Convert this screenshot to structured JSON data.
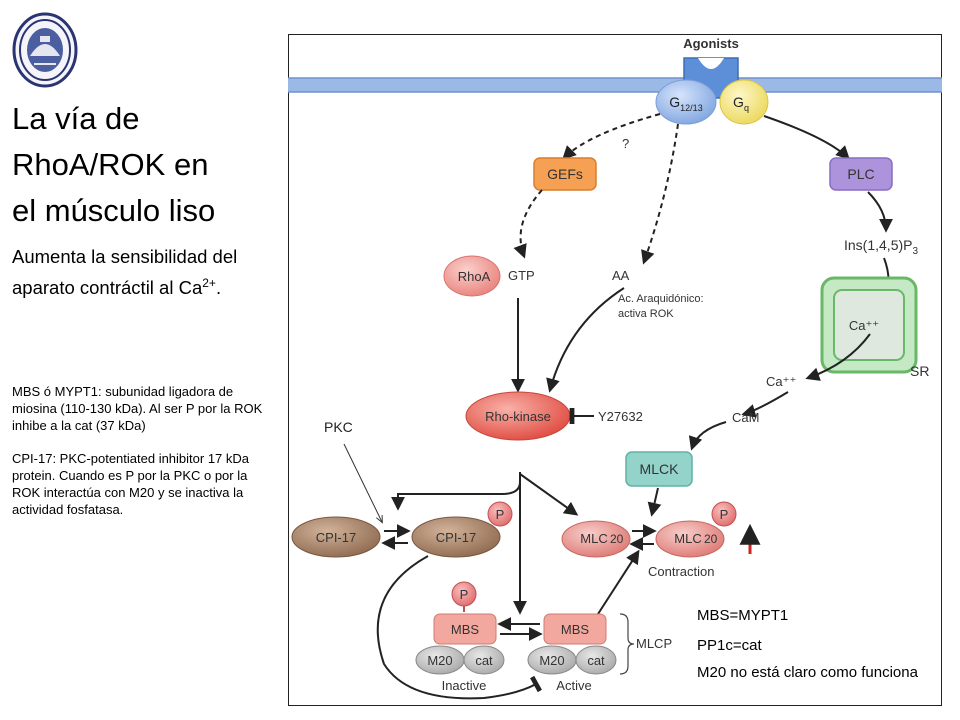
{
  "left_panel": {
    "title_lines": [
      "La vía de",
      "RhoA/ROK en",
      "el músculo liso"
    ],
    "subtitle": "Aumenta la sensibilidad del aparato contráctil al Ca",
    "subtitle_sup": "2+",
    "subtitle_end": ".",
    "note_mbs": "MBS ó MYPT1: subunidad ligadora de miosina (110-130 kDa). Al ser P por la ROK inhibe a la cat (37 kDa)",
    "note_cpi": "CPI-17: PKC-potentiated inhibitor 17 kDa protein. Cuando es P por la PKC o por la ROK interactúa con M20  y se inactiva la actividad fosfatasa."
  },
  "diagram": {
    "agonists": "Agonists",
    "g1213_main": "G",
    "g1213_sub": "12/13",
    "gq_main": "G",
    "gq_sub": "q",
    "question": "?",
    "gefs": "GEFs",
    "plc": "PLC",
    "ins_main": "Ins(1,4,5)P",
    "ins_sub": "3",
    "rhoa": "RhoA",
    "gtp": "GTP",
    "aa": "AA",
    "aa_note_1": "Ac. Araquidónico:",
    "aa_note_2": "activa ROK",
    "ca_sr": "Ca⁺⁺",
    "sr": "SR",
    "ca_free": "Ca⁺⁺",
    "cam": "CaM",
    "rho_kinase": "Rho-kinase",
    "inhibitor": "Y27632",
    "pkc": "PKC",
    "mlck": "MLCK",
    "cpi17_left": "CPI-17",
    "cpi17_right": "CPI-17",
    "phospho": "P",
    "mlc_left_main": "MLC",
    "mlc_left_sub": "20",
    "mlc_right_main": "MLC",
    "mlc_right_sub": "20",
    "contraction": "Contraction",
    "mbs_left": "MBS",
    "mbs_right": "MBS",
    "m20": "M20",
    "cat": "cat",
    "inactive": "Inactive",
    "active": "Active",
    "mlcp": "MLCP",
    "legend": [
      "MBS=MYPT1",
      "PP1c=cat",
      "M20 no está claro como funciona"
    ],
    "colors": {
      "membrane": "#8fb1e3",
      "receptor": "#5b8fd6",
      "g1213": "#8fb3e6",
      "gq": "#f3e37a",
      "gefs": "#f59a48",
      "plc": "#a78ad8",
      "rhoa": "#ef8f8b",
      "rho_kinase": "#e8584e",
      "sr_box": "#8fd08f",
      "mlck": "#8fd0c6",
      "cpi17": "#a07a5e",
      "mlc": "#e58c88",
      "phospho": "#e87a7a",
      "mbs": "#f0a49a",
      "subunit": "#b8b8b8",
      "contraction_arrow": "#d42020"
    }
  }
}
